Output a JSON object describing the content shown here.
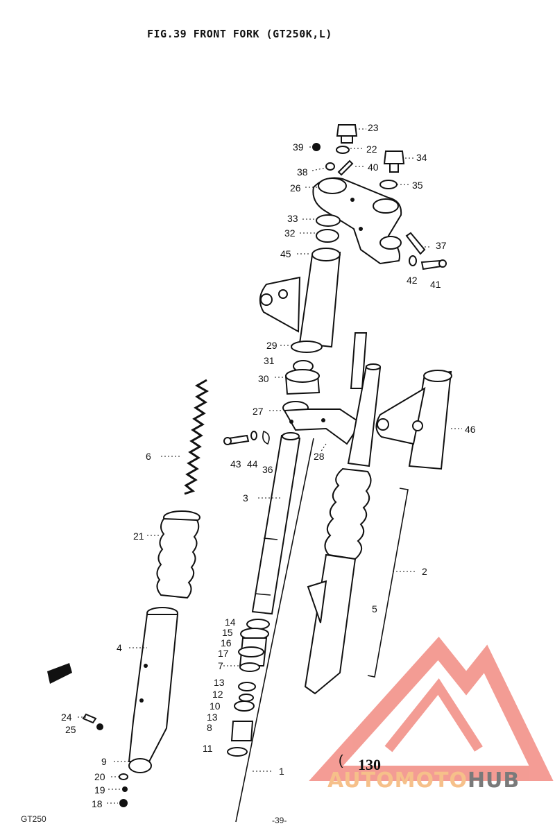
{
  "title": "FIG.39  FRONT FORK (GT250K,L)",
  "footer": {
    "model": "GT250",
    "page_center": "-39-",
    "page_number": "130",
    "bracket": "("
  },
  "watermark": {
    "part1": "AUTOMOTO",
    "part2": "HUB",
    "color_red": "#f28b82",
    "color_orange": "#f6c08a",
    "color_grey": "#7a7a7a"
  },
  "labels": {
    "p23": "23",
    "p22": "22",
    "p39": "39",
    "p40": "40",
    "p38": "38",
    "p34": "34",
    "p26": "26",
    "p35": "35",
    "p33": "33",
    "p32": "32",
    "p37": "37",
    "p45": "45",
    "p42": "42",
    "p41": "41",
    "p29": "29",
    "p31": "31",
    "p30": "30",
    "p27": "27",
    "p46": "46",
    "p6": "6",
    "p43": "43",
    "p44": "44",
    "p36": "36",
    "p28": "28",
    "p3": "3",
    "p21": "21",
    "p2": "2",
    "p5": "5",
    "p14": "14",
    "p15": "15",
    "p16": "16",
    "p17": "17",
    "p4": "4",
    "p7": "7",
    "p13a": "13",
    "p12": "12",
    "p10": "10",
    "p13b": "13",
    "p24": "24",
    "p8": "8",
    "p25": "25",
    "p11": "11",
    "p9": "9",
    "p1": "1",
    "p20": "20",
    "p19": "19",
    "p18": "18"
  }
}
